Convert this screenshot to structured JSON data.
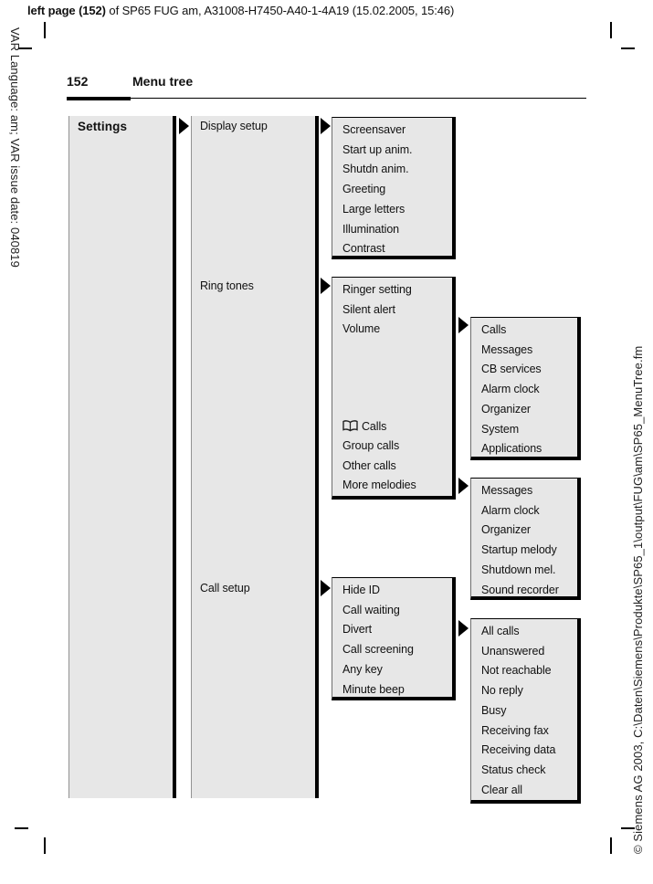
{
  "header": {
    "bold_text": "left page (152)",
    "regular_text": " of SP65 FUG am, A31008-H7450-A40-1-4A19 (15.02.2005, 15:46)"
  },
  "margins": {
    "left_vertical_text": "VAR Language: am; VAR issue date: 040819",
    "right_vertical_text": "© Siemens AG 2003, C:\\Daten\\Siemens\\Produkte\\SP65_1\\output\\FUG\\am\\SP65_MenuTree.fm"
  },
  "page_heading": {
    "number": "152",
    "title": "Menu tree"
  },
  "menu_tree": {
    "root_label": "Settings",
    "level2_labels": {
      "display_setup": "Display setup",
      "ring_tones": "Ring tones",
      "call_setup": "Call setup"
    },
    "display_setup_menu": [
      "Screensaver",
      "Start up anim.",
      "Shutdn anim.",
      "Greeting",
      "Large letters",
      "Illumination",
      "Contrast"
    ],
    "ring_tones_menu": {
      "top_items": [
        "Ringer setting",
        "Silent alert",
        "Volume"
      ],
      "calls_item": "Calls",
      "calls_icon": "open-book-icon",
      "bottom_items": [
        "Group calls",
        "Other calls",
        "More melodies"
      ]
    },
    "volume_submenu": [
      "Calls",
      "Messages",
      "CB services",
      "Alarm clock",
      "Organizer",
      "System",
      "Applications"
    ],
    "more_melodies_submenu": [
      "Messages",
      "Alarm clock",
      "Organizer",
      "Startup melody",
      "Shutdown mel.",
      "Sound recorder"
    ],
    "call_setup_menu": [
      "Hide ID",
      "Call waiting",
      "Divert",
      "Call screening",
      "Any key",
      "Minute beep"
    ],
    "divert_submenu": [
      "All calls",
      "Unanswered",
      "Not reachable",
      "No reply",
      "Busy",
      "Receiving fax",
      "Receiving data",
      "Status check",
      "Clear all"
    ]
  },
  "colors": {
    "box_fill": "#e7e7e7",
    "border_black": "#000000",
    "border_gray": "#929292",
    "text": "#111111"
  }
}
